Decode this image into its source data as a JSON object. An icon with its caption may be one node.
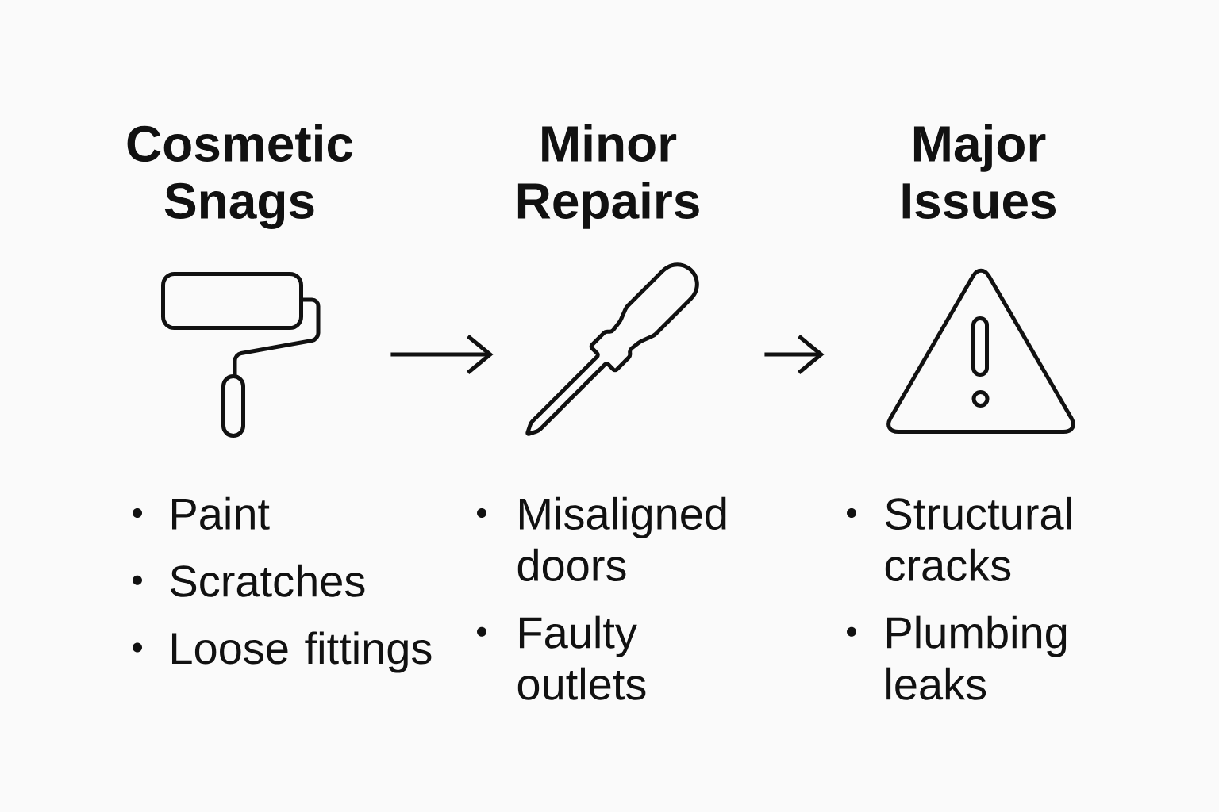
{
  "diagram": {
    "nodes": [
      {
        "text": [],
        "shape": "picture",
        "beside": [
          "Cosmetic Snags",
          "Paint",
          "Scratches",
          "Loose fittings"
        ]
      },
      {
        "text": [],
        "shape": "picture",
        "beside": [
          "Minor Repairs",
          "Misaligned doors",
          "Faulty outlets"
        ]
      },
      {
        "text": [],
        "shape": "picture",
        "beside": [
          "Major Issues",
          "Structural cracks",
          "Plumbing leaks"
        ]
      }
    ],
    "edges": [
      {
        "from": 0,
        "to": 1,
        "arrow": "to"
      },
      {
        "from": 1,
        "to": 2,
        "arrow": "to"
      }
    ]
  }
}
